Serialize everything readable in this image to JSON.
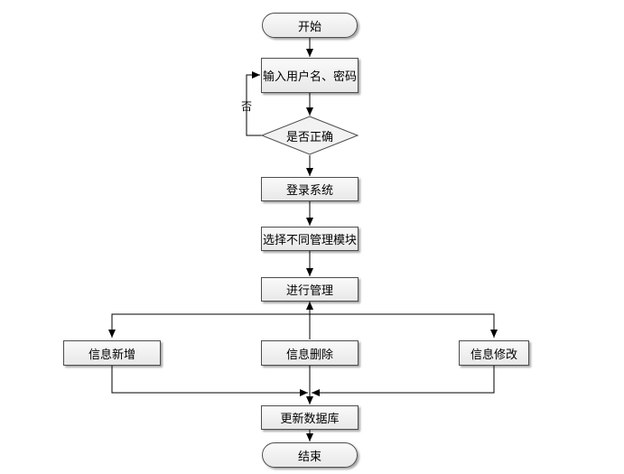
{
  "nodes": {
    "start": "开始",
    "input": "输入用户名、密码",
    "decision": "是否正确",
    "login": "登录系统",
    "select_module": "选择不同管理模块",
    "manage": "进行管理",
    "add_info": "信息新增",
    "delete_info": "信息删除",
    "modify_info": "信息修改",
    "update_db": "更新数据库",
    "end": "结束"
  },
  "labels": {
    "no": "否"
  },
  "colors": {
    "stroke": "#000000",
    "box_border": "#4d4d4d"
  }
}
